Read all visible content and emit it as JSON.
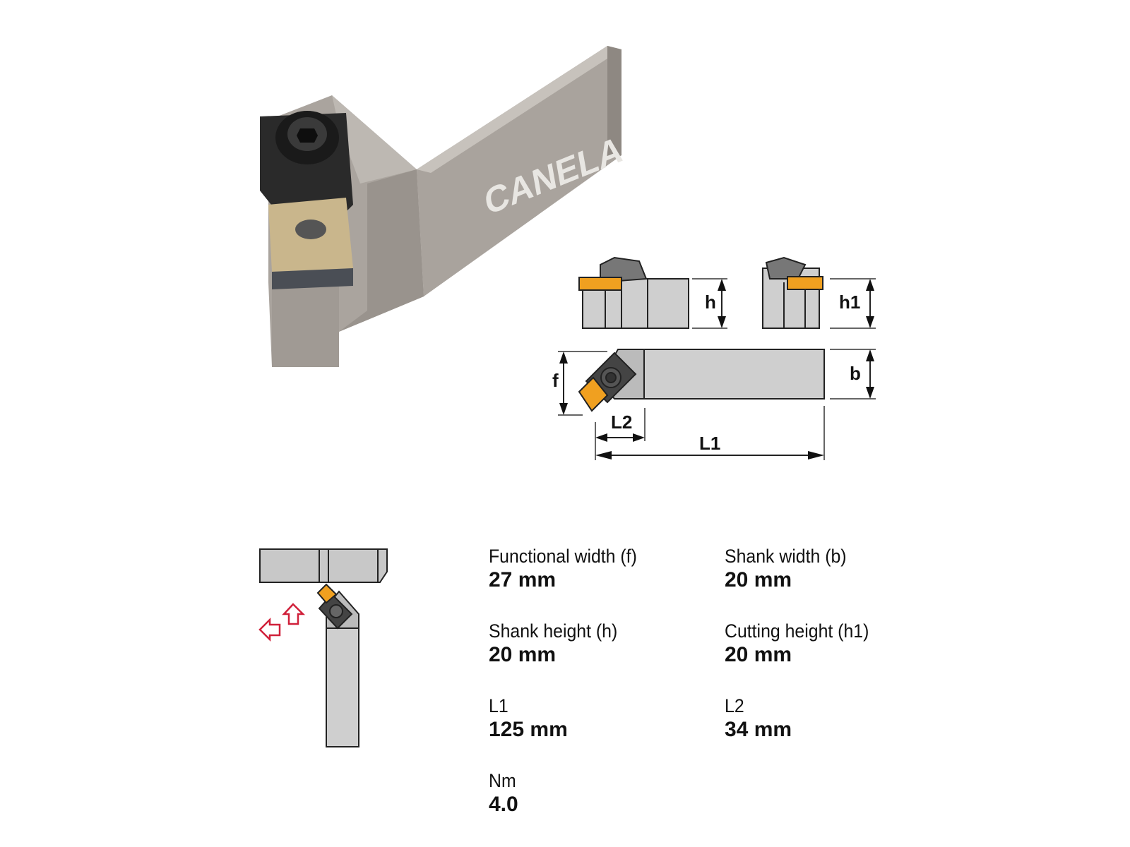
{
  "product": {
    "brand_logo_text": "CANELA",
    "colors": {
      "shank": "#a8a29c",
      "insert": "#f0a020",
      "arrow": "#d0203a",
      "drawing_fill": "#cfcfcf"
    }
  },
  "diagram": {
    "labels": {
      "h": "h",
      "h1": "h1",
      "b": "b",
      "f": "f",
      "L1": "L1",
      "L2": "L2"
    }
  },
  "specs": [
    {
      "label": "Functional width (f)",
      "value": "27 mm"
    },
    {
      "label": "Shank width (b)",
      "value": "20 mm"
    },
    {
      "label": "Shank height (h)",
      "value": "20 mm"
    },
    {
      "label": "Cutting height (h1)",
      "value": "20 mm"
    },
    {
      "label": "L1",
      "value": "125 mm"
    },
    {
      "label": "L2",
      "value": "34 mm"
    },
    {
      "label": "Nm",
      "value": "4.0"
    }
  ]
}
